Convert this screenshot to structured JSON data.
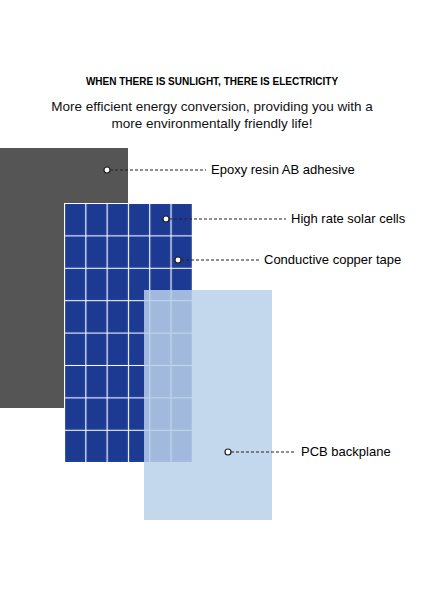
{
  "diagram": {
    "title": "WHEN THERE IS SUNLIGHT, THERE IS ELECTRICITY",
    "caption": "More efficient energy conversion, providing you with a more environmentally friendly life!",
    "labels": [
      "Epoxy resin AB adhesive",
      "High rate solar cells",
      "Conductive copper tape",
      "PCB backplane"
    ]
  }
}
